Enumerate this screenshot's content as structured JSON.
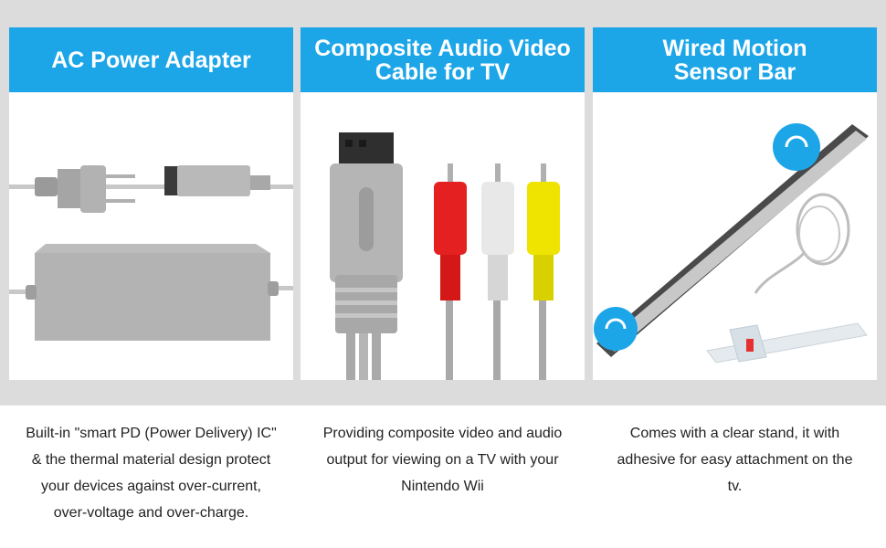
{
  "colors": {
    "header_bg": "#1ca6e8",
    "header_text": "#ffffff",
    "page_bg": "#dcdcdc",
    "body_text": "#222222"
  },
  "panels": [
    {
      "title": "AC Power Adapter",
      "description": "Built-in \"smart PD (Power Delivery) IC\"\n& the thermal material design protect\nyour devices against over-current,\nover-voltage and over-charge.",
      "illustration": "power-adapter-icon"
    },
    {
      "title": "Composite Audio Video\nCable for TV",
      "description": "Providing composite video and audio\noutput for viewing on a TV with your\nNintendo Wii",
      "illustration": "av-cable-icon"
    },
    {
      "title": "Wired Motion\nSensor Bar",
      "description": "Comes with a clear stand, it with\nadhesive for easy attachment on the\ntv.",
      "illustration": "sensor-bar-icon"
    }
  ]
}
